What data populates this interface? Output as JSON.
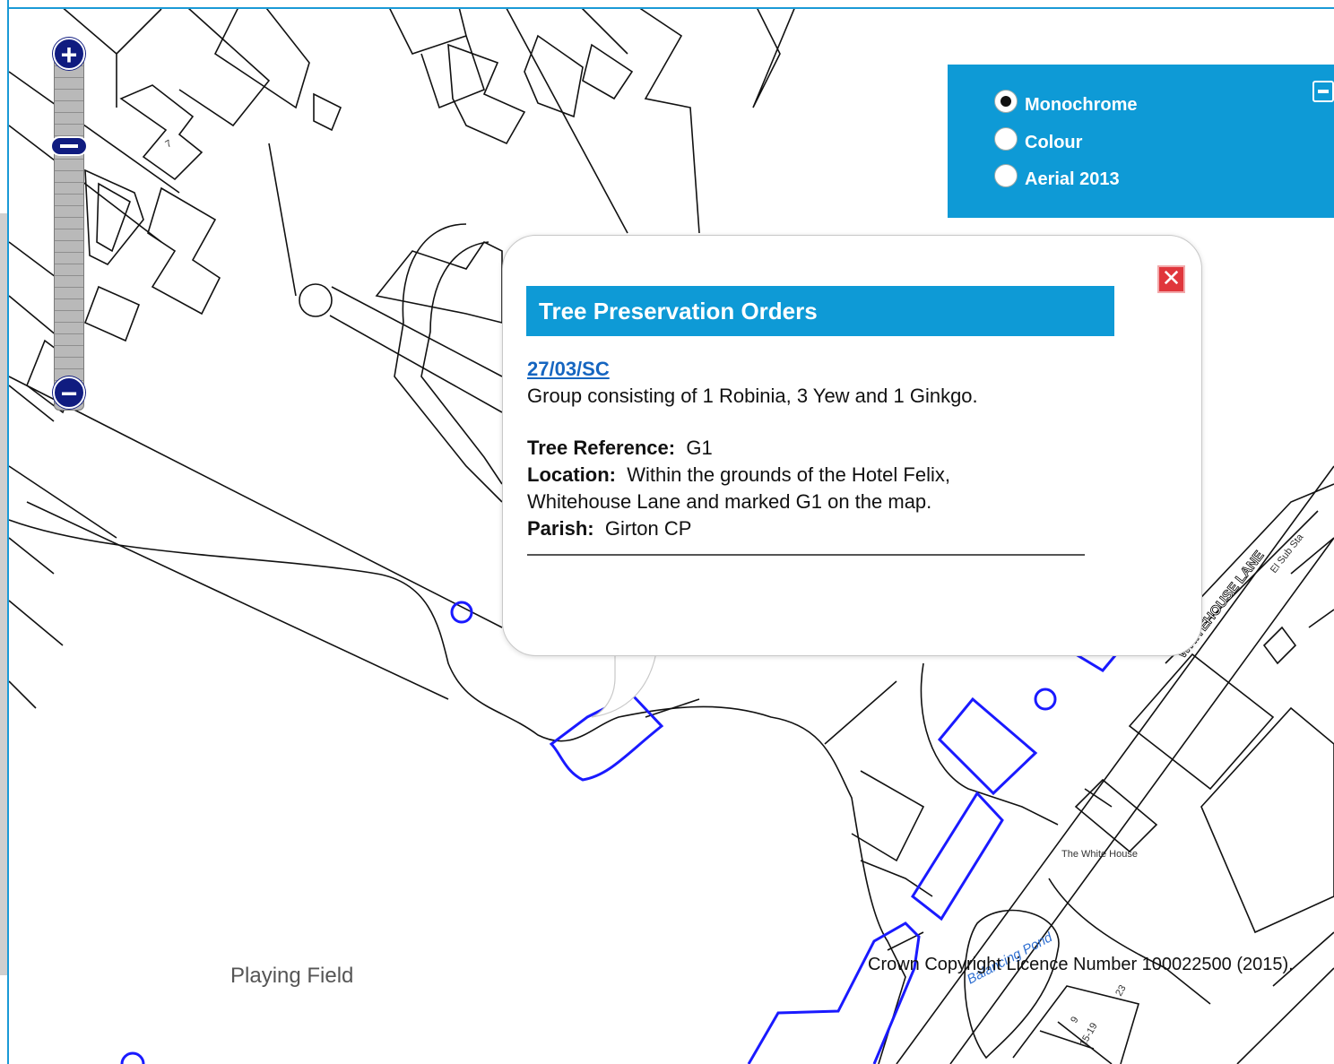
{
  "layers": {
    "options": [
      {
        "label": "Monochrome",
        "checked": true
      },
      {
        "label": "Colour",
        "checked": false
      },
      {
        "label": "Aerial 2013",
        "checked": false
      }
    ]
  },
  "popup": {
    "title": "Tree Preservation Orders",
    "reference_link": "27/03/SC",
    "description": "Group consisting of 1 Robinia, 3 Yew and 1 Ginkgo.",
    "tree_reference_label": "Tree Reference:",
    "tree_reference_value": "G1",
    "location_label": "Location:",
    "location_value": "Within the grounds of the Hotel Felix,",
    "location_value_2": "Whitehouse Lane and marked G1 on the map.",
    "parish_label": "Parish:",
    "parish_value": "Girton CP",
    "close_glyph": "✕"
  },
  "map_labels": {
    "playing_field": "Playing Field",
    "house_7": "7",
    "whitehouse_lane": "WHITEHOUSE LANE",
    "the_white_house": "The White House",
    "pond": "Balancing Pond",
    "el_sub_sta": "El Sub Sta",
    "num_23": "23",
    "num_9": "9",
    "num_15_19": "15-19"
  },
  "copyright": "Crown Copyright Licence Number 100022500 (2015).",
  "colors": {
    "accent": "#0e9ad6",
    "zoom": "#101c80",
    "tpo_outline": "#1a1aff",
    "close": "#e0363c"
  }
}
